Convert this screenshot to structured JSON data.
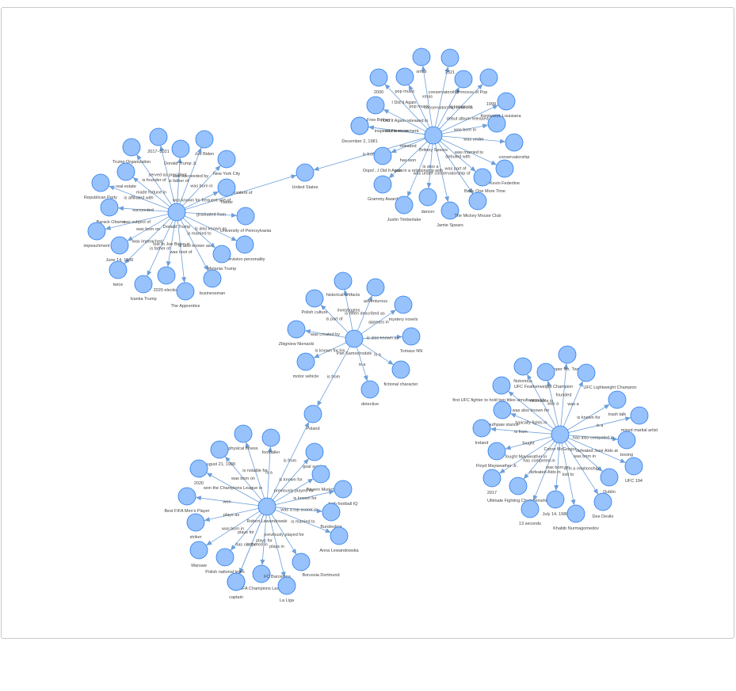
{
  "graph": {
    "colors": {
      "node_fill": "#97c2fc",
      "node_stroke": "#2b7ce9",
      "edge": "#6e9fd8",
      "label": "#444444",
      "panel_border": "#c9c9c9"
    },
    "nodes": [
      {
        "id": "britney",
        "label": "Britney Spears"
      },
      {
        "id": "b_xmas",
        "label": "xmas"
      },
      {
        "id": "b_2021",
        "label": "2021"
      },
      {
        "id": "b_2000",
        "label": "2000"
      },
      {
        "id": "b_popmusic",
        "label": "pop music"
      },
      {
        "id": "b_cons",
        "label": "conservatorship"
      },
      {
        "id": "b_princess",
        "label": "Princess of Pop"
      },
      {
        "id": "b_1999",
        "label": "1999"
      },
      {
        "id": "b_iditalbum",
        "label": "I Did It Again"
      },
      {
        "id": "b_kentwood",
        "label": "Kentwood, Louisiana"
      },
      {
        "id": "b_freebritney",
        "label": "Free Britney"
      },
      {
        "id": "b_dec",
        "label": "December 2, 1981"
      },
      {
        "id": "b_conserv2",
        "label": "conservatorship"
      },
      {
        "id": "b_oops",
        "label": "Oops!...I Did It Again"
      },
      {
        "id": "b_kevin",
        "label": "Kevin Federline"
      },
      {
        "id": "b_grammy",
        "label": "Grammy Award"
      },
      {
        "id": "b_baby",
        "label": "Baby One More Time"
      },
      {
        "id": "b_justin",
        "label": "Justin Timberlake"
      },
      {
        "id": "b_dancer",
        "label": "dancer"
      },
      {
        "id": "b_jamie",
        "label": "Jamie Spears"
      },
      {
        "id": "b_mickey",
        "label": "The Mickey Mouse Club"
      },
      {
        "id": "us",
        "label": "United States"
      },
      {
        "id": "trump",
        "label": "Donald Trump"
      },
      {
        "id": "t_2017",
        "label": "2017–2021"
      },
      {
        "id": "t_jr",
        "label": "Donald Trump Jr."
      },
      {
        "id": "t_biden",
        "label": "Joe Biden"
      },
      {
        "id": "t_org",
        "label": "Trump Organization"
      },
      {
        "id": "t_ny",
        "label": "New York City"
      },
      {
        "id": "t_realestate",
        "label": "real estate"
      },
      {
        "id": "t_twitter",
        "label": "Twitter"
      },
      {
        "id": "t_rep",
        "label": "Republican Party"
      },
      {
        "id": "t_obama",
        "label": "Barack Obama"
      },
      {
        "id": "t_upenn",
        "label": "University of Pennsylvania"
      },
      {
        "id": "t_impeach",
        "label": "impeachment"
      },
      {
        "id": "t_tv",
        "label": "television personality"
      },
      {
        "id": "t_june",
        "label": "June 14, 1946"
      },
      {
        "id": "t_melania",
        "label": "Melania Trump"
      },
      {
        "id": "t_twice",
        "label": "twice"
      },
      {
        "id": "t_election",
        "label": "2020 election"
      },
      {
        "id": "t_businessman",
        "label": "businessman"
      },
      {
        "id": "t_ivanka",
        "label": "Ivanka Trump"
      },
      {
        "id": "t_apprentice",
        "label": "The Apprentice"
      },
      {
        "id": "pan",
        "label": "Pan Samochodzik"
      },
      {
        "id": "p_artifacts",
        "label": "historical artifacts"
      },
      {
        "id": "p_adventurous",
        "label": "adventurous"
      },
      {
        "id": "p_culture",
        "label": "Polish culture"
      },
      {
        "id": "p_mystery",
        "label": "mystery novels"
      },
      {
        "id": "p_zbigniew",
        "label": "Zbigniew Nienacki"
      },
      {
        "id": "p_tomasz",
        "label": "Tomasz NN"
      },
      {
        "id": "p_motor",
        "label": "motor vehicle"
      },
      {
        "id": "p_fictional",
        "label": "fictional character"
      },
      {
        "id": "p_detective",
        "label": "detective"
      },
      {
        "id": "poland",
        "label": "Poland"
      },
      {
        "id": "lewandowski",
        "label": "Robert Lewandowski"
      },
      {
        "id": "l_fitness",
        "label": "physical fitness"
      },
      {
        "id": "l_footballer",
        "label": "footballer"
      },
      {
        "id": "l_goalscoring",
        "label": "goal scoring"
      },
      {
        "id": "l_aug",
        "label": "August 21, 1988"
      },
      {
        "id": "l_2020",
        "label": "2020"
      },
      {
        "id": "l_munich",
        "label": "Bayern Munich"
      },
      {
        "id": "l_iq",
        "label": "high football IQ"
      },
      {
        "id": "l_bestfifa",
        "label": "Best FIFA Men's Player"
      },
      {
        "id": "l_striker",
        "label": "striker"
      },
      {
        "id": "l_bundesliga",
        "label": "Bundesliga"
      },
      {
        "id": "l_warsaw",
        "label": "Warsaw"
      },
      {
        "id": "l_anna",
        "label": "Anna Lewandowska"
      },
      {
        "id": "l_national",
        "label": "Polish national team"
      },
      {
        "id": "l_fcb",
        "label": "FC Barcelona"
      },
      {
        "id": "l_dortmund",
        "label": "Borussia Dortmund"
      },
      {
        "id": "l_ucl",
        "label": "UEFA Champions League"
      },
      {
        "id": "l_captain",
        "label": "captain"
      },
      {
        "id": "l_laliga",
        "label": "La Liga"
      },
      {
        "id": "conor",
        "label": "Conor McGregor"
      },
      {
        "id": "c_proper",
        "label": "Proper No. Twelve"
      },
      {
        "id": "c_notorious",
        "label": "Notorious"
      },
      {
        "id": "c_feather",
        "label": "UFC Featherweight Champion"
      },
      {
        "id": "c_light",
        "label": "UFC Lightweight Champion"
      },
      {
        "id": "c_first",
        "label": "first UFC fighter to hold two titles simultaneously"
      },
      {
        "id": "c_trash",
        "label": "trash talk"
      },
      {
        "id": "c_southpaw",
        "label": "southpaw stance"
      },
      {
        "id": "c_mma",
        "label": "mixed martial artist"
      },
      {
        "id": "c_ireland",
        "label": "Ireland"
      },
      {
        "id": "c_boxing",
        "label": "boxing"
      },
      {
        "id": "c_floyd",
        "label": "Floyd Mayweather Jr."
      },
      {
        "id": "c_ufc194",
        "label": "UFC 194"
      },
      {
        "id": "c_2017",
        "label": "2017"
      },
      {
        "id": "c_ufc",
        "label": "Ultimate Fighting Championship"
      },
      {
        "id": "c_dublin",
        "label": "Dublin"
      },
      {
        "id": "c_13",
        "label": "13 seconds"
      },
      {
        "id": "c_july",
        "label": "July 14, 1988"
      },
      {
        "id": "c_dee",
        "label": "Dee Devlin"
      },
      {
        "id": "c_khabib",
        "label": "Khabib Nurmagomedov"
      }
    ],
    "edges": [
      {
        "from": "britney",
        "to": "b_xmas",
        "label": "xmas"
      },
      {
        "from": "britney",
        "to": "b_2021",
        "label": ""
      },
      {
        "from": "britney",
        "to": "b_2000",
        "label": ""
      },
      {
        "from": "britney",
        "to": "b_popmusic",
        "label": "pop music"
      },
      {
        "from": "britney",
        "to": "b_cons",
        "label": "conservatorship ended in"
      },
      {
        "from": "britney",
        "to": "b_princess",
        "label": "is known as"
      },
      {
        "from": "britney",
        "to": "b_1999",
        "label": "debut album released in"
      },
      {
        "from": "britney",
        "to": "b_iditalbum",
        "label": "I Did It Again released in"
      },
      {
        "from": "britney",
        "to": "b_kentwood",
        "label": "was born in"
      },
      {
        "from": "britney",
        "to": "b_freebritney",
        "label": "inspired the movement"
      },
      {
        "from": "britney",
        "to": "b_dec",
        "label": "was born on"
      },
      {
        "from": "britney",
        "to": "b_conserv2",
        "label": "was under"
      },
      {
        "from": "britney",
        "to": "b_oops",
        "label": "released"
      },
      {
        "from": "britney",
        "to": "b_kevin",
        "label": "was married to"
      },
      {
        "from": "britney",
        "to": "b_grammy",
        "label": "has won"
      },
      {
        "from": "britney",
        "to": "b_baby",
        "label": "debuted with"
      },
      {
        "from": "britney",
        "to": "b_justin",
        "label": "was in a relationship with"
      },
      {
        "from": "britney",
        "to": "b_dancer",
        "label": "is also a"
      },
      {
        "from": "britney",
        "to": "b_jamie",
        "label": "was under conservatorship of"
      },
      {
        "from": "britney",
        "to": "b_mickey",
        "label": "was part of"
      },
      {
        "from": "britney",
        "to": "us",
        "label": "is from"
      },
      {
        "from": "trump",
        "to": "us",
        "label": "president of"
      },
      {
        "from": "trump",
        "to": "t_2017",
        "label": "served as president"
      },
      {
        "from": "trump",
        "to": "t_jr",
        "label": "is father of"
      },
      {
        "from": "trump",
        "to": "t_biden",
        "label": "was succeeded by"
      },
      {
        "from": "trump",
        "to": "t_org",
        "label": "is founder of"
      },
      {
        "from": "trump",
        "to": "t_ny",
        "label": "was born in"
      },
      {
        "from": "trump",
        "to": "t_realestate",
        "label": "made fortune in"
      },
      {
        "from": "trump",
        "to": "t_twitter",
        "label": "was known for frequent use of"
      },
      {
        "from": "trump",
        "to": "t_rep",
        "label": "is affiliated with"
      },
      {
        "from": "trump",
        "to": "t_obama",
        "label": "succeeded"
      },
      {
        "from": "trump",
        "to": "t_upenn",
        "label": "graduated from"
      },
      {
        "from": "trump",
        "to": "t_impeach",
        "label": "was subject of"
      },
      {
        "from": "trump",
        "to": "t_tv",
        "label": "is also known as"
      },
      {
        "from": "trump",
        "to": "t_june",
        "label": "was born on"
      },
      {
        "from": "trump",
        "to": "t_melania",
        "label": "is married to"
      },
      {
        "from": "trump",
        "to": "t_twice",
        "label": "was impeached"
      },
      {
        "from": "trump",
        "to": "t_election",
        "label": "lost to Joe Biden in"
      },
      {
        "from": "trump",
        "to": "t_businessman",
        "label": "is also known as"
      },
      {
        "from": "trump",
        "to": "t_ivanka",
        "label": "is father of"
      },
      {
        "from": "trump",
        "to": "t_apprentice",
        "label": "was host of"
      },
      {
        "from": "pan",
        "to": "p_artifacts",
        "label": "investigates"
      },
      {
        "from": "pan",
        "to": "p_adventurous",
        "label": "is often described as"
      },
      {
        "from": "pan",
        "to": "p_culture",
        "label": "is part of"
      },
      {
        "from": "pan",
        "to": "p_mystery",
        "label": "appears in"
      },
      {
        "from": "pan",
        "to": "p_zbigniew",
        "label": "was created by"
      },
      {
        "from": "pan",
        "to": "p_tomasz",
        "label": "is also known as"
      },
      {
        "from": "pan",
        "to": "p_motor",
        "label": "is known for his"
      },
      {
        "from": "pan",
        "to": "p_fictional",
        "label": "is a"
      },
      {
        "from": "pan",
        "to": "p_detective",
        "label": "is a"
      },
      {
        "from": "pan",
        "to": "poland",
        "label": "is from"
      },
      {
        "from": "lewandowski",
        "to": "poland",
        "label": "is from"
      },
      {
        "from": "lewandowski",
        "to": "l_fitness",
        "label": "is notable for"
      },
      {
        "from": "lewandowski",
        "to": "l_footballer",
        "label": "is a"
      },
      {
        "from": "lewandowski",
        "to": "l_goalscoring",
        "label": "is known for"
      },
      {
        "from": "lewandowski",
        "to": "l_aug",
        "label": "was born on"
      },
      {
        "from": "lewandowski",
        "to": "l_2020",
        "label": "won the Champions League in"
      },
      {
        "from": "lewandowski",
        "to": "l_munich",
        "label": "previously played for"
      },
      {
        "from": "lewandowski",
        "to": "l_iq",
        "label": "is known for"
      },
      {
        "from": "lewandowski",
        "to": "l_bestfifa",
        "label": "won"
      },
      {
        "from": "lewandowski",
        "to": "l_striker",
        "label": "plays as"
      },
      {
        "from": "lewandowski",
        "to": "l_bundesliga",
        "label": "was a top scorer in"
      },
      {
        "from": "lewandowski",
        "to": "l_warsaw",
        "label": "was born in"
      },
      {
        "from": "lewandowski",
        "to": "l_anna",
        "label": "is married to"
      },
      {
        "from": "lewandowski",
        "to": "l_national",
        "label": "plays for"
      },
      {
        "from": "lewandowski",
        "to": "l_fcb",
        "label": "plays for"
      },
      {
        "from": "lewandowski",
        "to": "l_dortmund",
        "label": "previously played for"
      },
      {
        "from": "lewandowski",
        "to": "l_ucl",
        "label": "has competed in"
      },
      {
        "from": "lewandowski",
        "to": "l_captain",
        "label": "is the"
      },
      {
        "from": "lewandowski",
        "to": "l_laliga",
        "label": "plays in"
      },
      {
        "from": "conor",
        "to": "c_proper",
        "label": "founded"
      },
      {
        "from": "conor",
        "to": "c_notorious",
        "label": "nickname is"
      },
      {
        "from": "conor",
        "to": "c_feather",
        "label": "was a"
      },
      {
        "from": "conor",
        "to": "c_light",
        "label": "was a"
      },
      {
        "from": "conor",
        "to": "c_first",
        "label": "was also known for"
      },
      {
        "from": "conor",
        "to": "c_trash",
        "label": "is known for"
      },
      {
        "from": "conor",
        "to": "c_southpaw",
        "label": "typically fights in"
      },
      {
        "from": "conor",
        "to": "c_mma",
        "label": "is a"
      },
      {
        "from": "conor",
        "to": "c_ireland",
        "label": "is from"
      },
      {
        "from": "conor",
        "to": "c_boxing",
        "label": "has also competed in"
      },
      {
        "from": "conor",
        "to": "c_floyd",
        "label": "fought"
      },
      {
        "from": "conor",
        "to": "c_ufc194",
        "label": "defeated José Aldo at"
      },
      {
        "from": "conor",
        "to": "c_2017",
        "label": "fought Mayweather in"
      },
      {
        "from": "conor",
        "to": "c_ufc",
        "label": "has competed in"
      },
      {
        "from": "conor",
        "to": "c_dublin",
        "label": "was born in"
      },
      {
        "from": "conor",
        "to": "c_13",
        "label": "defeated Aldo in"
      },
      {
        "from": "conor",
        "to": "c_july",
        "label": "was born on"
      },
      {
        "from": "conor",
        "to": "c_dee",
        "label": "is in a relationship"
      },
      {
        "from": "conor",
        "to": "c_khabib",
        "label": "lost to"
      }
    ]
  }
}
